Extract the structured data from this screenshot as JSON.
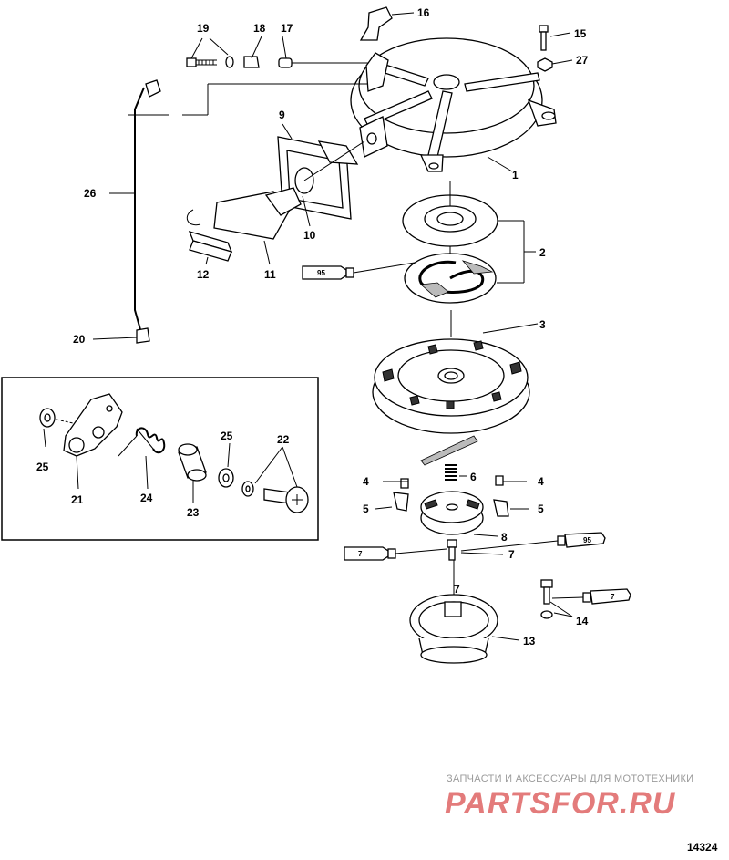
{
  "callouts": [
    "1",
    "2",
    "3",
    "4",
    "4",
    "5",
    "5",
    "6",
    "7",
    "7",
    "8",
    "9",
    "10",
    "11",
    "12",
    "13",
    "14",
    "15",
    "16",
    "17",
    "18",
    "19",
    "20",
    "21",
    "22",
    "23",
    "24",
    "25",
    "25",
    "26",
    "27"
  ],
  "tubes": [
    "95",
    "95",
    "7",
    "7",
    "7"
  ],
  "watermark": {
    "top_text": "ЗАПЧАСТИ И АКСЕССУАРЫ ДЛЯ МОТОТЕХНИКИ",
    "logo_text": "PARTSFOR.RU"
  },
  "drawing_number": "14324"
}
